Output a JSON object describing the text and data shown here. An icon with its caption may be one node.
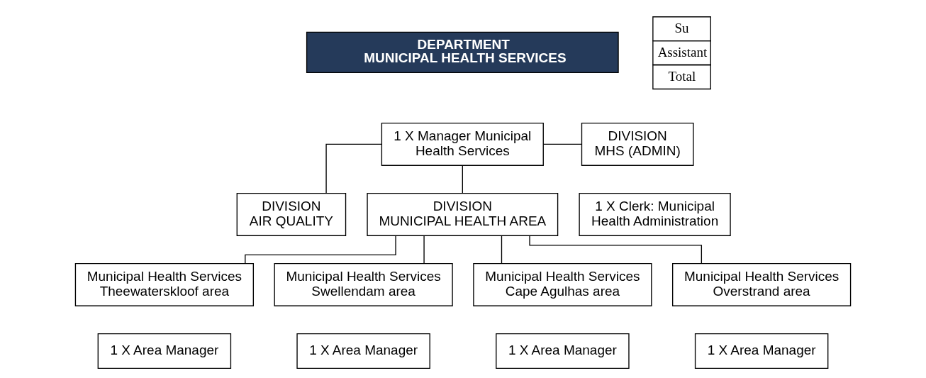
{
  "diagram": {
    "nodes": [
      {
        "text": [
          "DEPARTMENT",
          "MUNICIPAL HEALTH SERVICES"
        ]
      },
      {
        "text": [
          "1 X Manager Municipal Health Services"
        ]
      },
      {
        "text": [
          "DIVISION",
          "MHS (ADMIN)"
        ]
      },
      {
        "text": [
          "1 X Clerk: Municipal Health Administration"
        ]
      },
      {
        "text": [
          "DIVISION",
          "AIR QUALITY"
        ]
      },
      {
        "text": [
          "DIVISION",
          "MUNICIPAL HEALTH AREA"
        ]
      },
      {
        "text": [
          "Municipal Health Services Theewaterskloof area"
        ]
      },
      {
        "text": [
          "Municipal Health Services Swellendam area"
        ]
      },
      {
        "text": [
          "Municipal Health Services Cape Agulhas area"
        ]
      },
      {
        "text": [
          "Municipal Health Services Overstrand area"
        ]
      },
      {
        "text": [
          "1 X Area Manager"
        ]
      },
      {
        "text": [
          "1 X Area Manager"
        ]
      },
      {
        "text": [
          "1 X Area Manager"
        ]
      },
      {
        "text": [
          "1 X Area Manager"
        ]
      }
    ],
    "edges": [
      {
        "from": 1,
        "to": 2,
        "arrow": "none"
      },
      {
        "from": 1,
        "to": 4,
        "arrow": "none"
      },
      {
        "from": 1,
        "to": 5,
        "arrow": "none"
      },
      {
        "from": 5,
        "to": 6,
        "arrow": "none"
      },
      {
        "from": 5,
        "to": 7,
        "arrow": "none"
      },
      {
        "from": 5,
        "to": 8,
        "arrow": "none"
      },
      {
        "from": 5,
        "to": 9,
        "arrow": "none"
      }
    ],
    "labels": [
      "Su",
      "Assistant",
      "Total"
    ]
  }
}
